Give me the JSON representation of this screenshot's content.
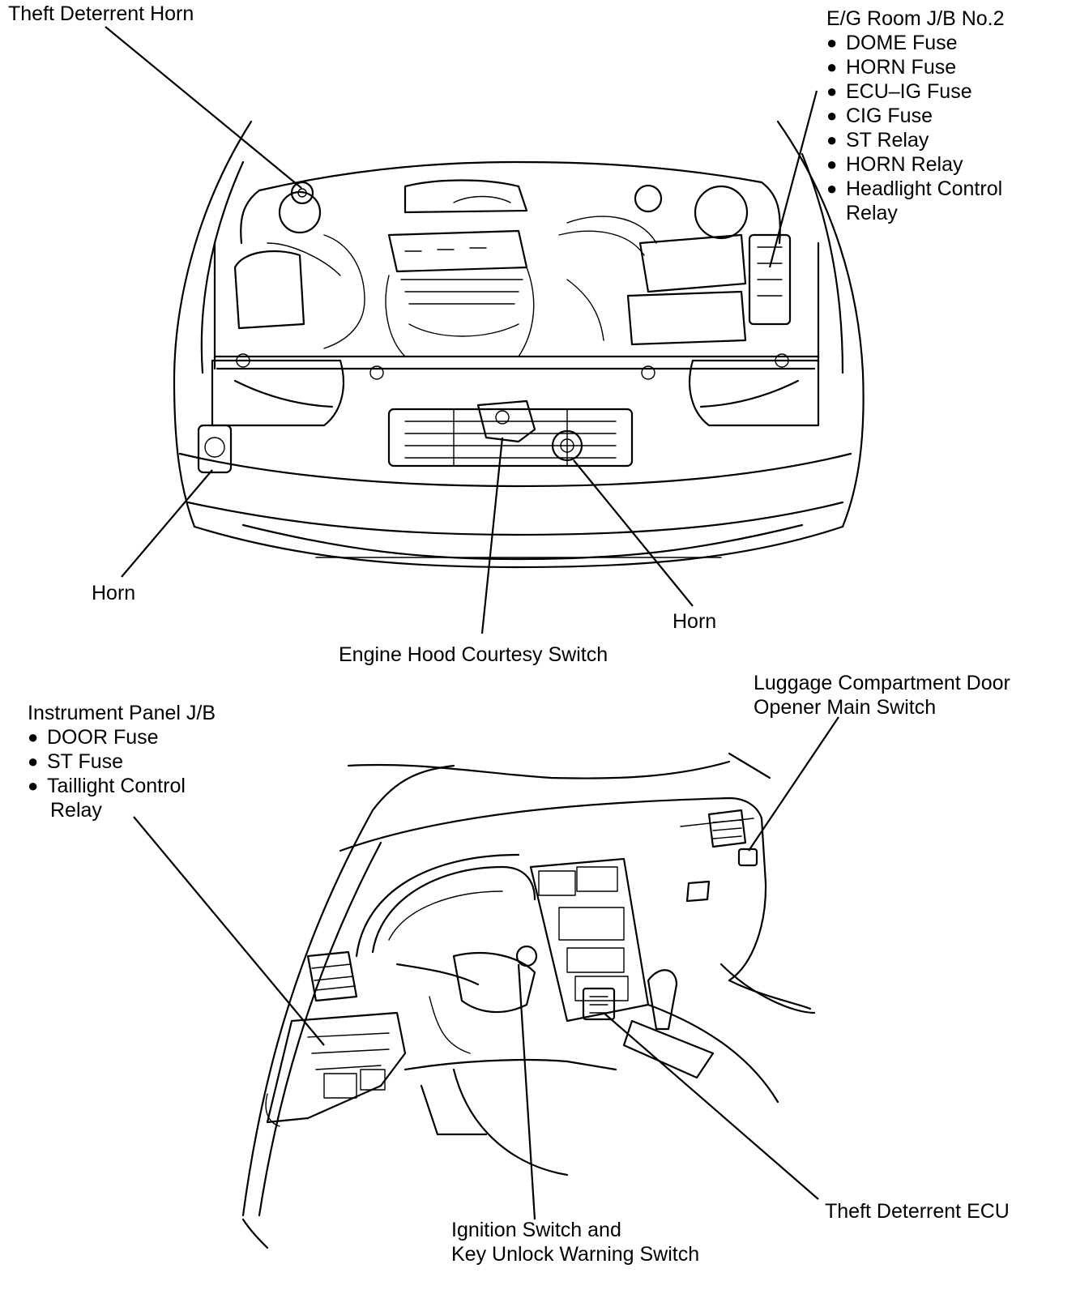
{
  "labels": {
    "theft_horn": "Theft Deterrent Horn",
    "eg_jb": {
      "title": "E/G Room J/B No.2",
      "items": [
        "DOME Fuse",
        "HORN Fuse",
        "ECU–IG Fuse",
        "CIG Fuse",
        "ST Relay",
        "HORN Relay",
        "Headlight Control"
      ],
      "cont": "Relay"
    },
    "horn_left": "Horn",
    "horn_right": "Horn",
    "hood_switch": "Engine Hood Courtesy Switch",
    "ip_jb": {
      "title": "Instrument Panel J/B",
      "items": [
        "DOOR Fuse",
        "ST Fuse",
        "Taillight Control"
      ],
      "cont": "Relay"
    },
    "luggage": [
      "Luggage Compartment Door",
      "Opener Main Switch"
    ],
    "theft_ecu": "Theft Deterrent ECU",
    "ignition": [
      "Ignition Switch and",
      "Key Unlock Warning Switch"
    ]
  }
}
